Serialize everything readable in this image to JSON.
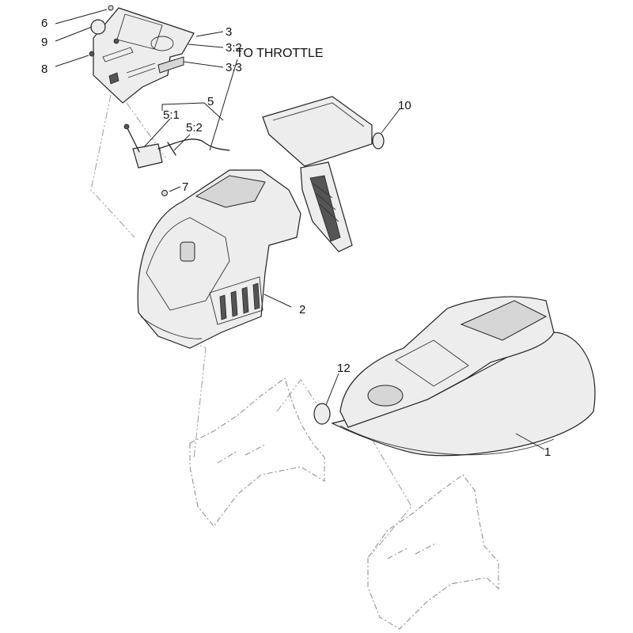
{
  "diagram": {
    "callouts": {
      "c1": "1",
      "c2": "2",
      "c3": "3",
      "c3_2": "3:2",
      "c3_3": "3:3",
      "c5": "5",
      "c5_1": "5:1",
      "c5_2": "5:2",
      "c6": "6",
      "c7": "7",
      "c8": "8",
      "c9": "9",
      "c10": "10",
      "c12": "12"
    },
    "annotation": "TO THROTTLE",
    "colors": {
      "line": "#222222",
      "phantom": "#999999",
      "fill": "#ededed",
      "shade": "#d6d6d6"
    }
  }
}
